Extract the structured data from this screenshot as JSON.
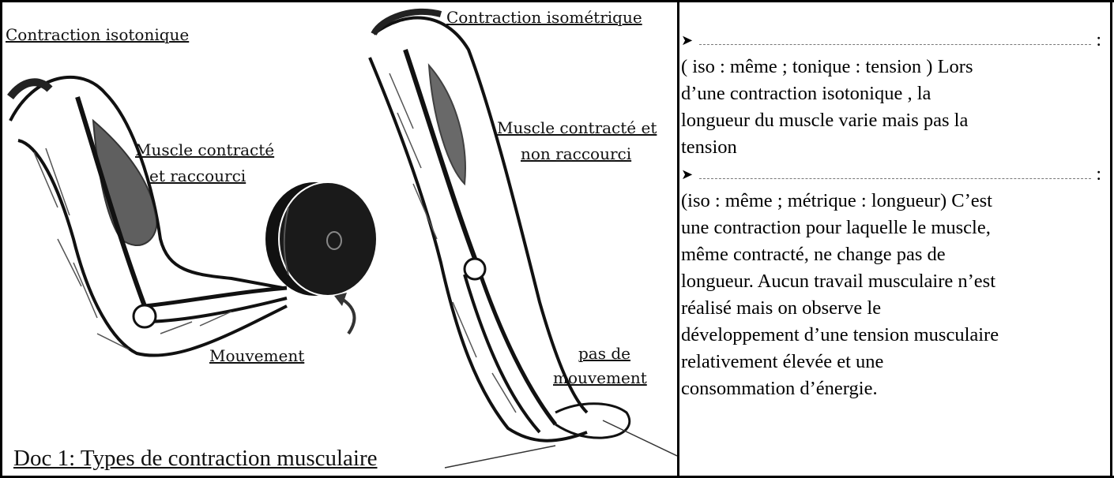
{
  "figure": {
    "labels": {
      "isotonic": "Contraction isotonique",
      "isometric": "Contraction isométrique",
      "contracted_shortened_1": "Muscle contracté",
      "contracted_shortened_2": "et  raccourci",
      "contracted_not_shortened_1": "Muscle contracté et",
      "contracted_not_shortened_2": "non raccourci",
      "movement": "Mouvement",
      "no_movement_1": "pas de",
      "no_movement_2": "mouvement"
    },
    "caption": "Doc 1: Types de contraction musculaire"
  },
  "text": {
    "item1_arrow": "➤",
    "item1_colon": ":",
    "item1_lines": [
      "( iso : même ; tonique : tension ) Lors",
      "d’une contraction isotonique , la",
      "longueur du muscle varie mais pas la",
      "tension"
    ],
    "item2_arrow": "➤",
    "item2_colon": ":",
    "item2_lines": [
      "(iso : même ; métrique : longueur) C’est",
      "une contraction pour laquelle le muscle,",
      "même contracté, ne change pas de",
      "longueur. Aucun travail musculaire n’est",
      "réalisé mais on observe le",
      "développement d’une tension musculaire",
      "relativement élevée et une",
      "consommation d’énergie."
    ]
  }
}
